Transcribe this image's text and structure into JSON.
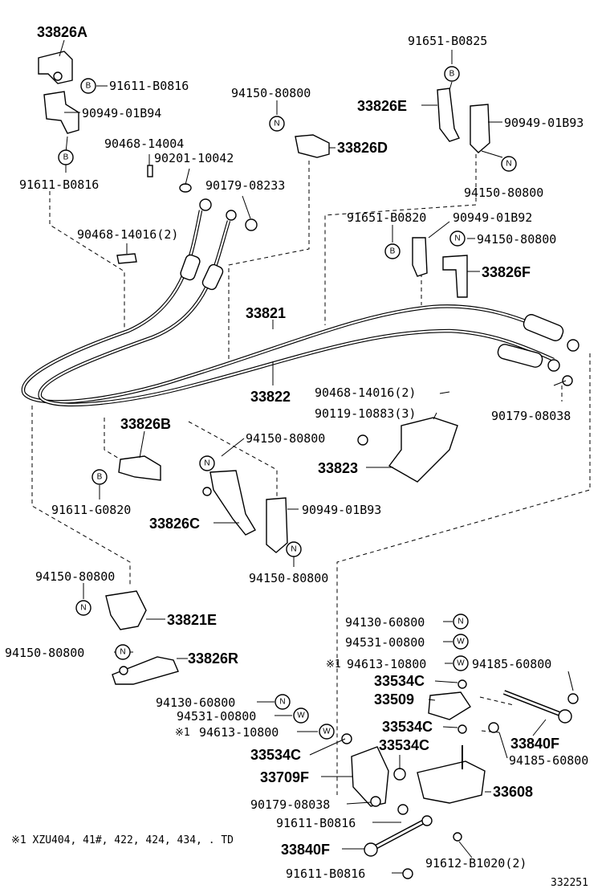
{
  "labels": {
    "p33826A": "33826A",
    "p91611B0816a": "91611-B0816",
    "p90949_01B94": "90949-01B94",
    "p91611B0816b": "91611-B0816",
    "p90468_14004": "90468-14004",
    "p90201_10042": "90201-10042",
    "p90179_08233": "90179-08233",
    "p90468_14016a": "90468-14016(2)",
    "p94150a": "94150-80800",
    "p33826D": "33826D",
    "p91651B0825": "91651-B0825",
    "p33826E": "33826E",
    "p90949_01B93a": "90949-01B93",
    "p94150b": "94150-80800",
    "p91651B0820": "91651-B0820",
    "p90949_01B92": "90949-01B92",
    "p94150c": "94150-80800",
    "p33826F": "33826F",
    "p33821": "33821",
    "p33822": "33822",
    "p90468_14016b": "90468-14016(2)",
    "p90119": "90119-10883(3)",
    "p33823": "33823",
    "p90179_08038a": "90179-08038",
    "p33826B": "33826B",
    "p94150d": "94150-80800",
    "p91611G0820": "91611-G0820",
    "p33826C": "33826C",
    "p90949_01B93b": "90949-01B93",
    "p94150e": "94150-80800",
    "p94150f": "94150-80800",
    "p33821E": "33821E",
    "p94150g": "94150-80800",
    "p33826R": "33826R",
    "p94130a": "94130-60800",
    "p94531a": "94531-00800",
    "p94613a": "94613-10800",
    "p94185a": "94185-60800",
    "p33534Ca": "33534C",
    "p33509": "33509",
    "p33534Cb": "33534C",
    "p33840Fa": "33840F",
    "p94185b": "94185-60800",
    "p94130b": "94130-60800",
    "p94531b": "94531-00800",
    "p94613b": "94613-10800",
    "p33534Cc": "33534C",
    "p33534Cd": "33534C",
    "p33709F": "33709F",
    "p33608": "33608",
    "p90179_08038b": "90179-08038",
    "p91611B0816c": "91611-B0816",
    "p33840Fb": "33840F",
    "p91612": "91612-B1020(2)",
    "p91611B0816d": "91611-B0816",
    "ast1": "※1",
    "ast2": "※1",
    "footnote": "※1 XZU404, 41#, 422, 424, 434, . TD",
    "ref": "332251"
  },
  "circle_marks": {
    "b": "B",
    "n": "N",
    "w": "W"
  }
}
